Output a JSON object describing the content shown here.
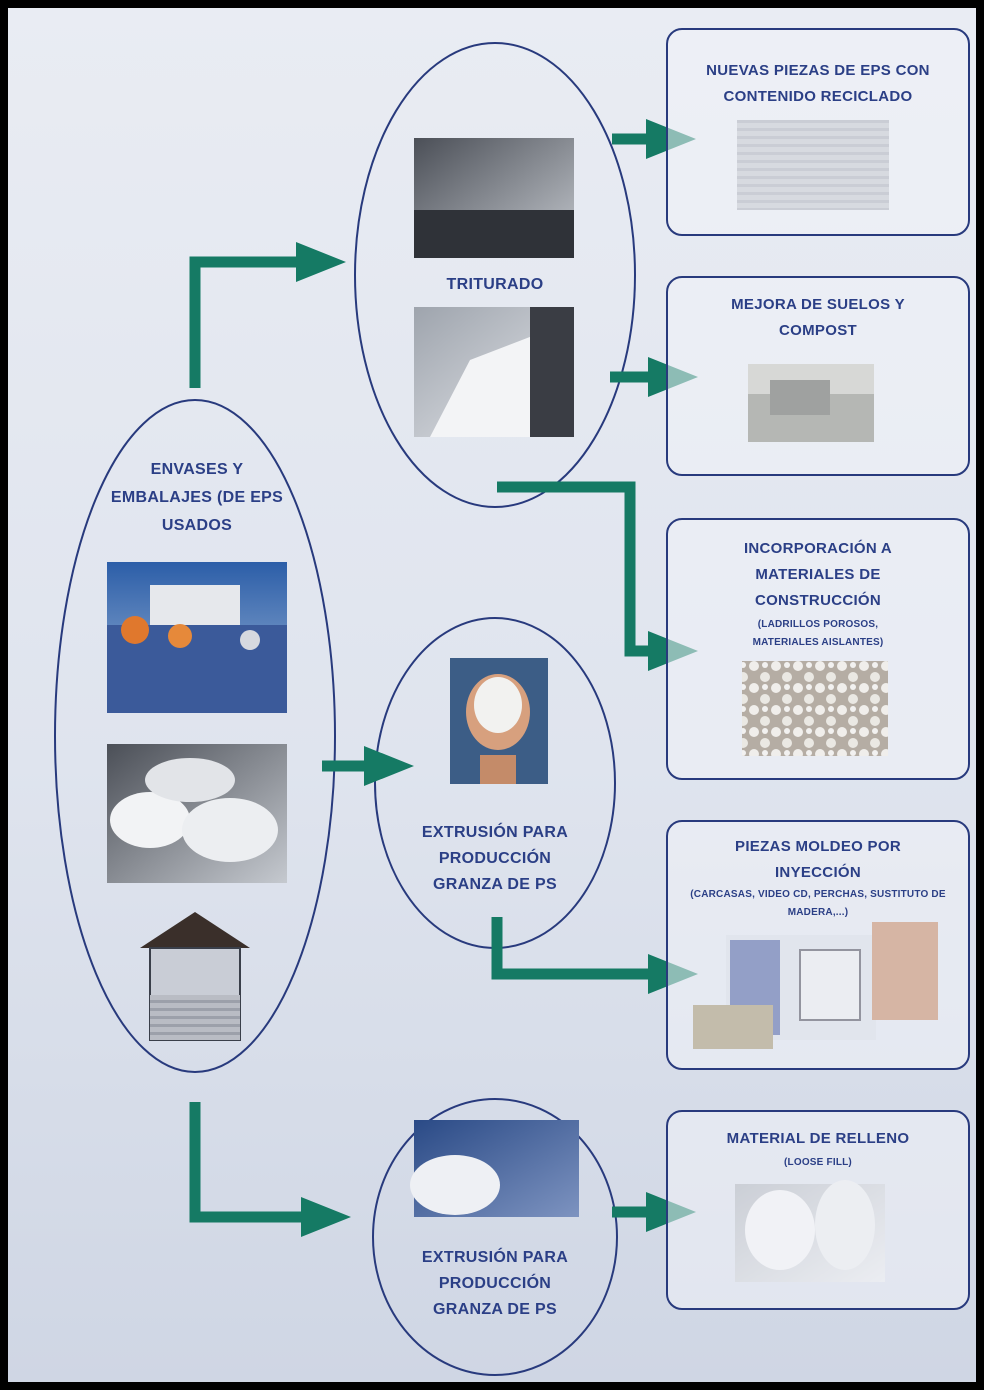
{
  "source": {
    "title": "ENVASES Y EMBALAJES (DE EPS USADOS"
  },
  "processes": {
    "triturado": "TRITURADO",
    "extrusion_1": "EXTRUSIÓN PARA PRODUCCIÓN GRANZA DE PS",
    "extrusion_2": "EXTRUSIÓN PARA PRODUCCIÓN GRANZA DE PS"
  },
  "outputs": {
    "nuevas_piezas": {
      "title": "NUEVAS PIEZAS DE EPS CON CONTENIDO RECICLADO"
    },
    "mejora_suelos": {
      "title": "MEJORA DE SUELOS Y COMPOST"
    },
    "construccion": {
      "title": "INCORPORACIÓN A MATERIALES DE CONSTRUCCIÓN",
      "subtitle": "(LADRILLOS POROSOS, MATERIALES AISLANTES)"
    },
    "moldeo": {
      "title": "PIEZAS MOLDEO POR INYECCIÓN",
      "subtitle": "(CARCASAS, VIDEO CD, PERCHAS, SUSTITUTO DE MADERA,...)"
    },
    "relleno": {
      "title": "MATERIAL DE RELLENO",
      "subtitle": "(LOOSE FILL)"
    }
  },
  "colors": {
    "arrow": "#157a64",
    "outline": "#283a7d",
    "text": "#2b3f86"
  }
}
